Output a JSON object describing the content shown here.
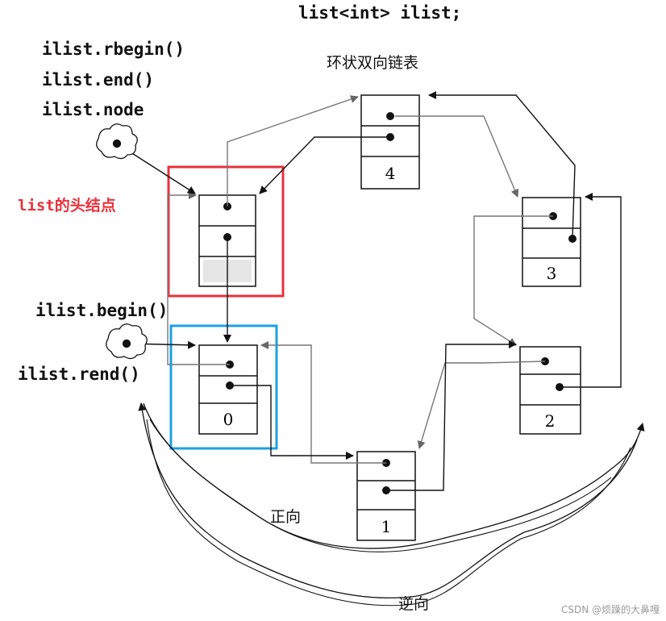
{
  "title": "list<int> ilist;",
  "subtitle": "环状双向链表",
  "labels": {
    "rbegin": "ilist.rbegin()",
    "end": "ilist.end()",
    "node": "ilist.node",
    "head_node": "list的头结点",
    "begin": "ilist.begin()",
    "rend": "ilist.rend()",
    "forward": "正向",
    "reverse": "逆向"
  },
  "nodes": [
    {
      "id": "head",
      "value": ""
    },
    {
      "id": "n0",
      "value": "0"
    },
    {
      "id": "n1",
      "value": "1"
    },
    {
      "id": "n2",
      "value": "2"
    },
    {
      "id": "n3",
      "value": "3"
    },
    {
      "id": "n4",
      "value": "4"
    }
  ],
  "highlight_colors": {
    "head": "#e8323c",
    "begin": "#1ba1e2"
  },
  "watermark": "CSDN @烦躁的大鼻嘎"
}
